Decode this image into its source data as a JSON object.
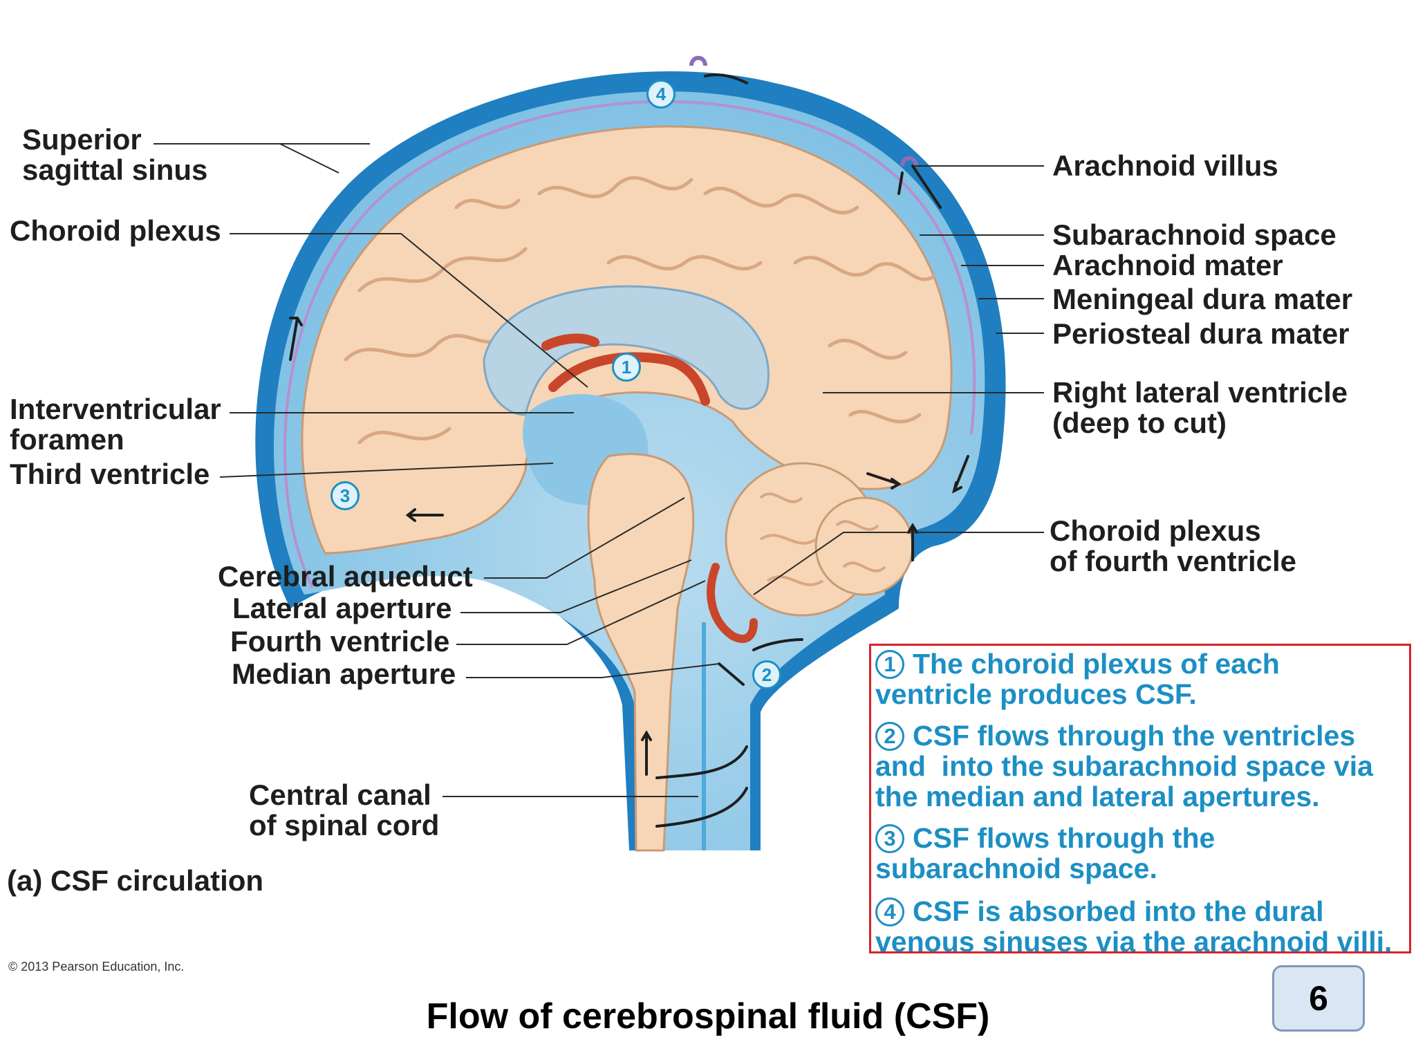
{
  "figure": {
    "caption": "(a) CSF circulation",
    "copyright": "© 2013 Pearson Education, Inc.",
    "slide_title": "Flow of cerebrospinal fluid (CSF)",
    "page_number": "6"
  },
  "labels_left": {
    "superior_sagittal_sinus": "Superior\nsagittal sinus",
    "choroid_plexus": "Choroid plexus",
    "interventricular_foramen": "Interventricular\nforamen",
    "third_ventricle": "Third ventricle",
    "cerebral_aqueduct": "Cerebral aqueduct",
    "lateral_aperture": "Lateral aperture",
    "fourth_ventricle": "Fourth ventricle",
    "median_aperture": "Median aperture",
    "central_canal": "Central canal\nof spinal cord"
  },
  "labels_right": {
    "arachnoid_villus": "Arachnoid villus",
    "subarachnoid_space": "Subarachnoid space",
    "arachnoid_mater": "Arachnoid mater",
    "meningeal_dura_mater": "Meningeal dura mater",
    "periosteal_dura_mater": "Periosteal dura mater",
    "right_lateral_ventricle": "Right lateral ventricle\n(deep to cut)",
    "choroid_plexus_fourth": "Choroid plexus\nof fourth ventricle"
  },
  "steps": [
    {
      "num": "1",
      "text": "The choroid plexus of each\nventricle produces CSF."
    },
    {
      "num": "2",
      "text": "CSF flows through the ventricles\nand  into the subarachnoid space via\nthe median and lateral apertures."
    },
    {
      "num": "3",
      "text": "CSF flows through the\nsubarachnoid space."
    },
    {
      "num": "4",
      "text": "CSF is absorbed into the dural\nvenous sinuses via the arachnoid villi."
    }
  ],
  "diagram_markers": [
    "1",
    "2",
    "3",
    "4"
  ],
  "colors": {
    "csf_blue": "#4ea9dc",
    "dura_blue": "#1f7fc0",
    "brain": "#f6d6b6",
    "choroid_red": "#c9462b",
    "step_text": "#1c8fc4",
    "box_border": "#d6232a"
  }
}
